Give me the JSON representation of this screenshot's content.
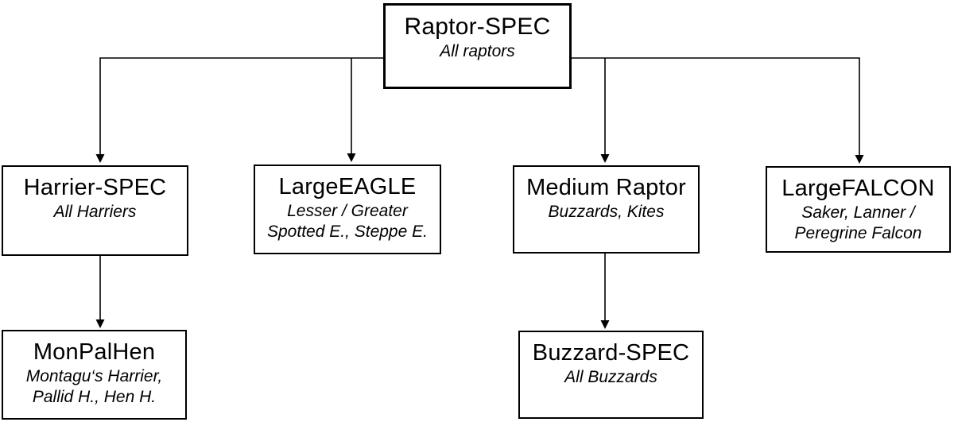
{
  "diagram": {
    "type": "flowchart-hierarchy",
    "background_color": "#ffffff",
    "line_color": "#000000",
    "text_color": "#000000",
    "nodes": {
      "raptor_spec": {
        "title": "Raptor-SPEC",
        "subtitle": "All raptors"
      },
      "harrier_spec": {
        "title": "Harrier-SPEC",
        "subtitle": "All Harriers"
      },
      "large_eagle": {
        "title": "LargeEAGLE",
        "subtitle": "Lesser / Greater\nSpotted E., Steppe E."
      },
      "medium_raptor": {
        "title": "Medium Raptor",
        "subtitle": "Buzzards, Kites"
      },
      "large_falcon": {
        "title": "LargeFALCON",
        "subtitle": "Saker, Lanner /\nPeregrine Falcon"
      },
      "mon_pal_hen": {
        "title": "MonPalHen",
        "subtitle": "Montagu‘s Harrier,\nPallid H., Hen H."
      },
      "buzzard_spec": {
        "title": "Buzzard-SPEC",
        "subtitle": "All Buzzards"
      }
    },
    "edges": [
      {
        "from": "Raptor-SPEC",
        "to": "Harrier-SPEC"
      },
      {
        "from": "Raptor-SPEC",
        "to": "LargeEAGLE"
      },
      {
        "from": "Raptor-SPEC",
        "to": "Medium Raptor"
      },
      {
        "from": "Raptor-SPEC",
        "to": "LargeFALCON"
      },
      {
        "from": "Harrier-SPEC",
        "to": "MonPalHen"
      },
      {
        "from": "Medium Raptor",
        "to": "Buzzard-SPEC"
      }
    ]
  }
}
